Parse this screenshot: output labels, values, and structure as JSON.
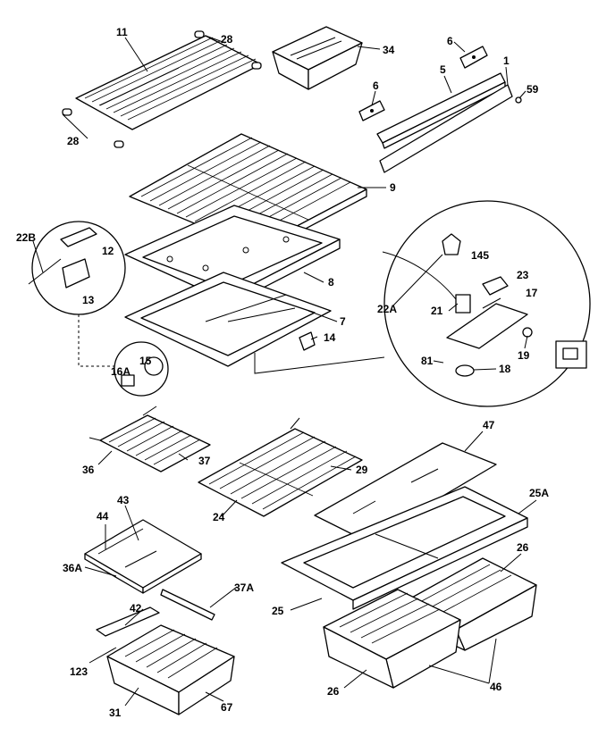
{
  "callouts": {
    "c11": "11",
    "c28a": "28",
    "c28b": "28",
    "c34": "34",
    "c6a": "6",
    "c5": "5",
    "c1": "1",
    "c59": "59",
    "c6b": "6",
    "c9": "9",
    "c22b": "22B",
    "c12": "12",
    "c13": "13",
    "c8": "8",
    "c7": "7",
    "c14": "14",
    "c145": "145",
    "c23": "23",
    "c17": "17",
    "c22a": "22A",
    "c21": "21",
    "c19": "19",
    "c81": "81",
    "c18": "18",
    "c15": "15",
    "c16a": "16A",
    "c36": "36",
    "c37": "37",
    "c47": "47",
    "c29": "29",
    "c24": "24",
    "c25a": "25A",
    "c43": "43",
    "c44": "44",
    "c36a": "36A",
    "c37a": "37A",
    "c26a": "26",
    "c25": "25",
    "c42": "42",
    "c123": "123",
    "c31": "31",
    "c67": "67",
    "c26b": "26",
    "c46": "46"
  }
}
